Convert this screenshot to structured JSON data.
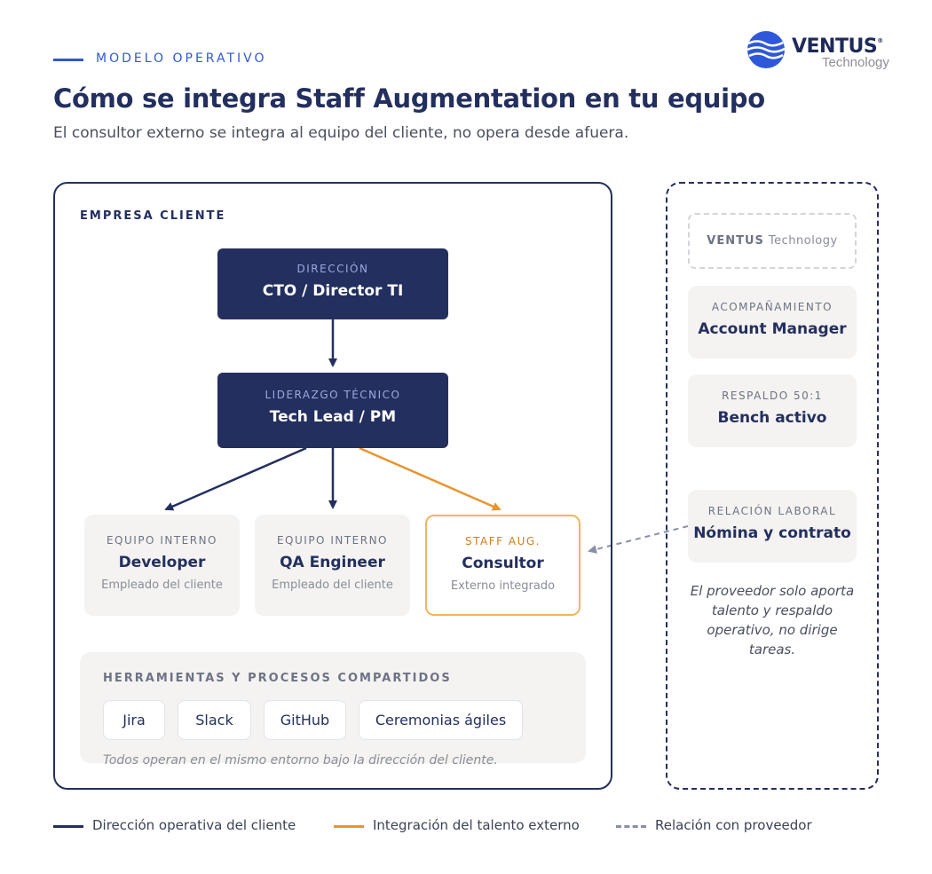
{
  "header": {
    "eyebrow": "MODELO OPERATIVO",
    "title": "Cómo se integra Staff Augmentation en tu equipo",
    "subtitle": "El consultor externo se integra al equipo del cliente, no opera desde afuera."
  },
  "logo": {
    "word": "VENTUS",
    "registered": "®",
    "sub": "Technology"
  },
  "client": {
    "label": "EMPRESA CLIENTE",
    "direction": {
      "kicker": "DIRECCIÓN",
      "title": "CTO / Director TI"
    },
    "tech_lead": {
      "kicker": "LIDERAZGO TÉCNICO",
      "title": "Tech Lead / PM"
    },
    "team": [
      {
        "kicker": "EQUIPO INTERNO",
        "title": "Developer",
        "subtitle": "Empleado del cliente"
      },
      {
        "kicker": "EQUIPO INTERNO",
        "title": "QA Engineer",
        "subtitle": "Empleado del cliente"
      },
      {
        "kicker": "STAFF AUG.",
        "title": "Consultor",
        "subtitle": "Externo integrado"
      }
    ],
    "tools": {
      "label": "HERRAMIENTAS Y PROCESOS COMPARTIDOS",
      "items": [
        "Jira",
        "Slack",
        "GitHub",
        "Ceremonias ágiles"
      ],
      "note": "Todos operan en el mismo entorno bajo la dirección del cliente."
    }
  },
  "vendor": {
    "brand": "VENTUS",
    "brand_sub": "Technology",
    "cards": [
      {
        "kicker": "ACOMPAÑAMIENTO",
        "title": "Account Manager"
      },
      {
        "kicker": "RESPALDO 50:1",
        "title": "Bench activo"
      },
      {
        "kicker": "RELACIÓN LABORAL",
        "title": "Nómina y contrato"
      }
    ],
    "note": "El proveedor solo aporta talento y respaldo operativo, no dirige tareas."
  },
  "legend": [
    {
      "label": "Dirección operativa del cliente",
      "color": "#232f5e",
      "style": "solid"
    },
    {
      "label": "Integración del talento externo",
      "color": "#e8952d",
      "style": "solid"
    },
    {
      "label": "Relación con proveedor",
      "color": "#8a8fa8",
      "style": "dashed"
    }
  ],
  "colors": {
    "navy": "#232f5e",
    "blue_accent": "#2f57d9",
    "orange": "#e8952d",
    "panel": "#f4f3f1"
  }
}
